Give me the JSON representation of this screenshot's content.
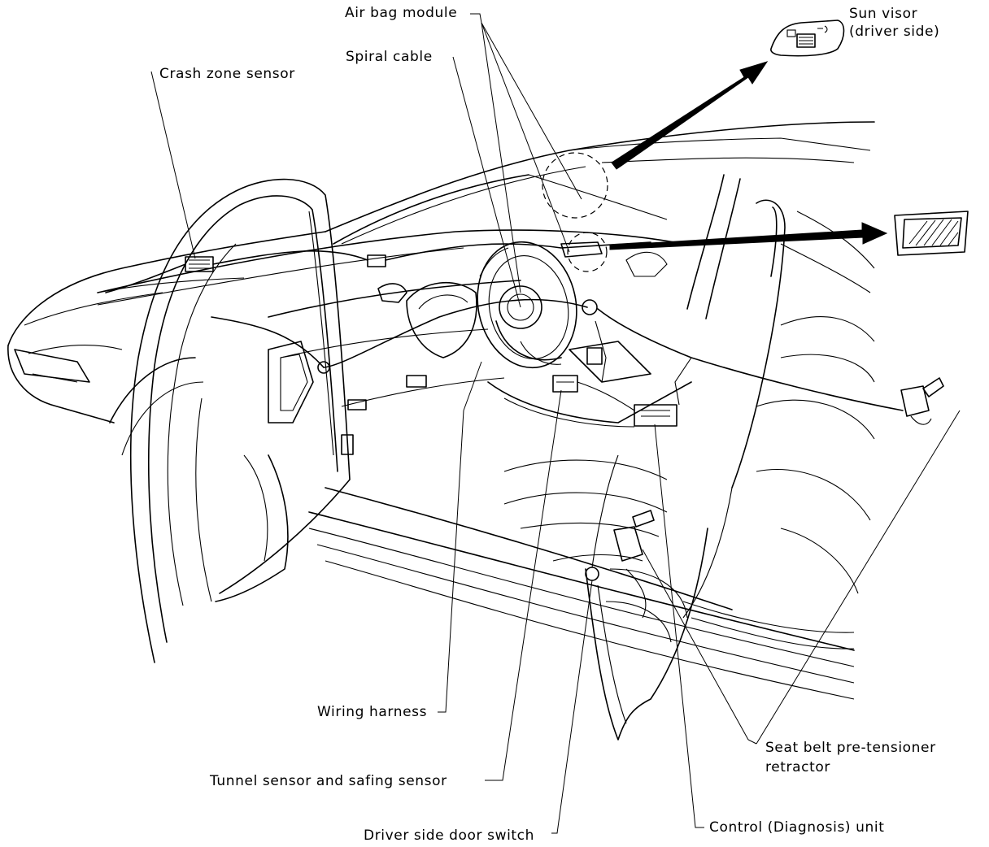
{
  "labels": {
    "air_bag_module": "Air bag module",
    "sun_visor": "Sun visor\n(driver side)",
    "spiral_cable": "Spiral cable",
    "crash_zone_sensor": "Crash zone sensor",
    "wiring_harness": "Wiring harness",
    "tunnel_sensor": "Tunnel sensor and safing sensor",
    "driver_door_switch": "Driver side door switch",
    "seat_belt_pretensioner": "Seat belt pre-tensioner\nretractor",
    "control_unit": "Control (Diagnosis) unit"
  },
  "colors": {
    "ink": "#000000",
    "paper": "#ffffff"
  }
}
